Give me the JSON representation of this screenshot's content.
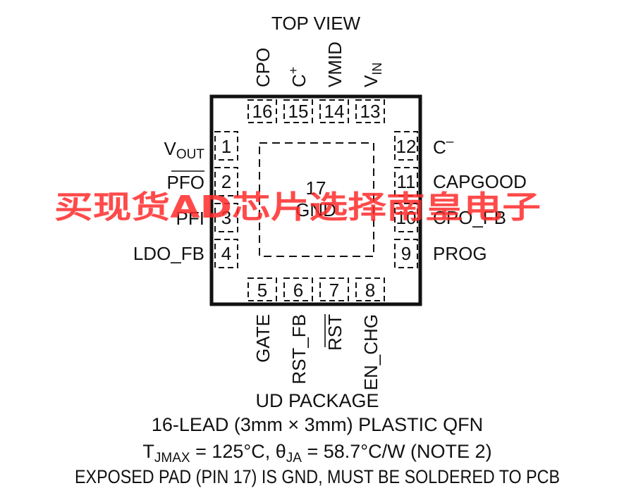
{
  "title": "TOP VIEW",
  "package": {
    "name": "UD PACKAGE",
    "description": "16-LEAD (3mm × 3mm) PLASTIC QFN",
    "thermal_tjmax_base": "T",
    "thermal_tjmax_sub": "JMAX",
    "thermal_tjmax_value": " = 125°C, ",
    "thermal_theta_base": "θ",
    "thermal_theta_sub": "JA",
    "thermal_theta_value": " = 58.7°C/W (NOTE 2)",
    "exposed_pad_note": "EXPOSED PAD (PIN 17) IS GND, MUST BE SOLDERED TO PCB"
  },
  "pins": {
    "p1": {
      "num": "1",
      "base": "V",
      "sub": "OUT"
    },
    "p2": {
      "num": "2",
      "name": "PFO"
    },
    "p3": {
      "num": "3",
      "name": "PFI"
    },
    "p4": {
      "num": "4",
      "name": "LDO_FB"
    },
    "p5": {
      "num": "5",
      "name": "GATE"
    },
    "p6": {
      "num": "6",
      "name": "RST_FB"
    },
    "p7": {
      "num": "7",
      "name": "RST"
    },
    "p8": {
      "num": "8",
      "name": "EN_CHG"
    },
    "p9": {
      "num": "9",
      "name": "PROG"
    },
    "p10": {
      "num": "10",
      "name": "CPO_FB"
    },
    "p11": {
      "num": "11",
      "name": "CAPGOOD"
    },
    "p12": {
      "num": "12",
      "base": "C",
      "sup": "–"
    },
    "p13": {
      "num": "13",
      "base": "V",
      "sub": "IN"
    },
    "p14": {
      "num": "14",
      "name": "VMID"
    },
    "p15": {
      "num": "15",
      "base": "C",
      "sup": "+"
    },
    "p16": {
      "num": "16",
      "name": "CPO"
    },
    "p17": {
      "num": "17",
      "name": "GND"
    }
  },
  "watermark": "买现货AD芯片选择南皇电子"
}
